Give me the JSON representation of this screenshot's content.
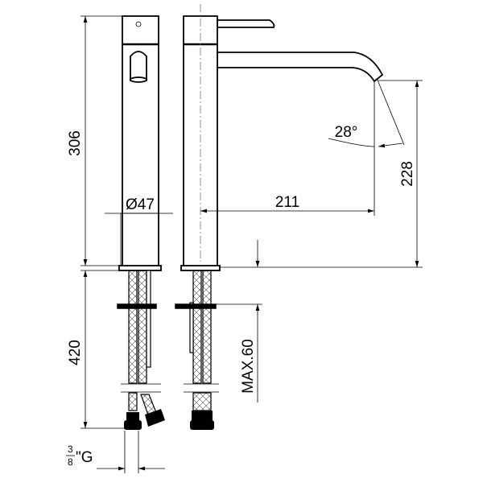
{
  "drawing": {
    "dimensions": {
      "height_total": "306",
      "diameter": "Ø47",
      "spout_reach": "211",
      "spout_angle": "28°",
      "spout_height": "228",
      "hose_length": "420",
      "max_thickness": "MAX.60",
      "thread_numerator": "3",
      "thread_denominator": "8",
      "thread_suffix": "\"G"
    }
  }
}
